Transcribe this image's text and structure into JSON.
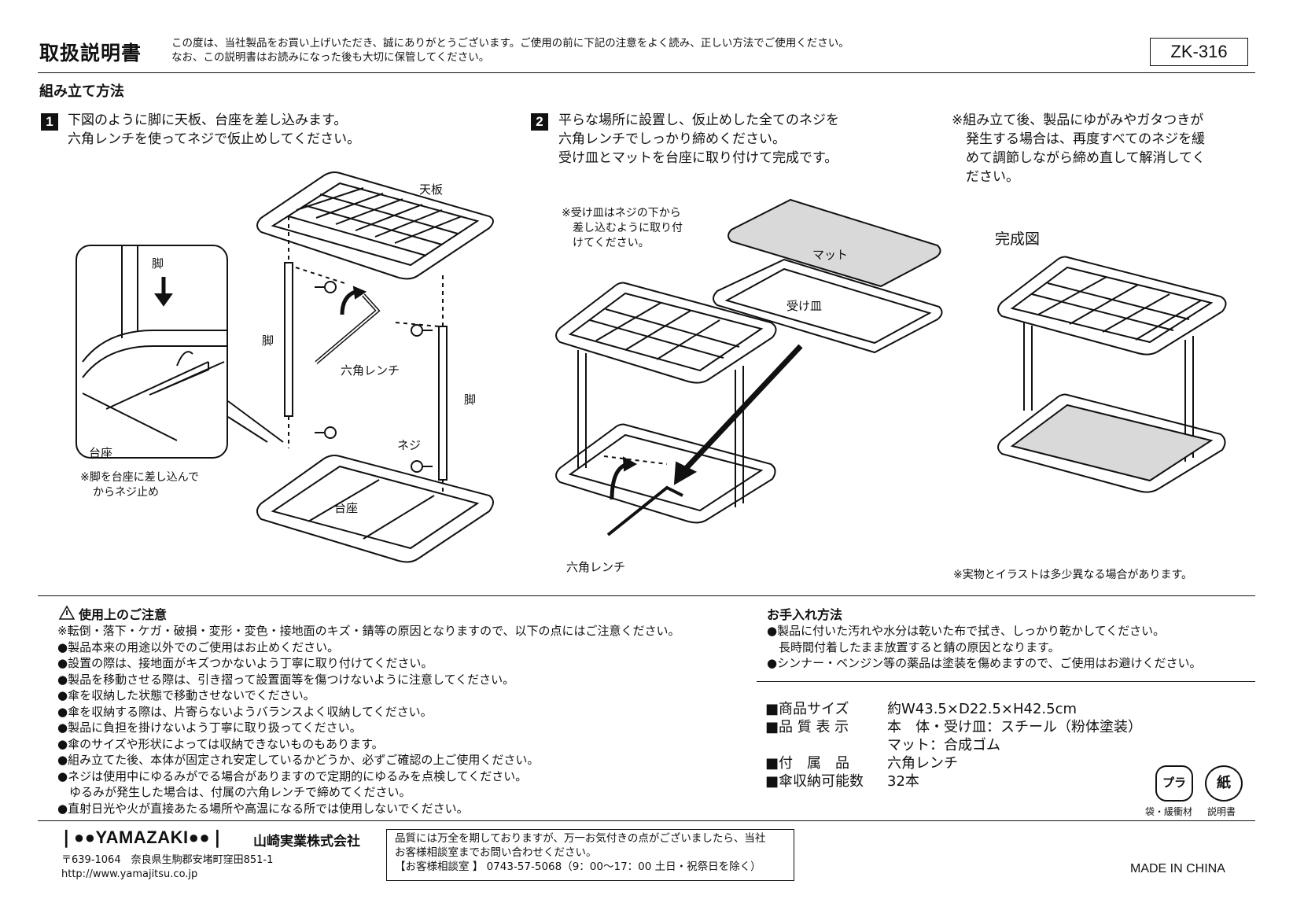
{
  "header": {
    "title": "取扱説明書",
    "intro": [
      "この度は、当社製品をお買い上げいただき、誠にありがとうございます。ご使用の前に下記の注意をよく読み、正しい方法でご使用ください。",
      "なお、この説明書はお読みになった後も大切に保管してください。"
    ],
    "model": "ZK-316"
  },
  "assembly": {
    "heading": "組み立て方法",
    "step1": {
      "num": "1",
      "lines": [
        "下図のように脚に天板、台座を差し込みます。",
        "六角レンチを使ってネジで仮止めしてください。"
      ],
      "labels": {
        "top": "天板",
        "leg_detail": "脚",
        "leg_left": "脚",
        "leg_right": "脚",
        "wrench": "六角レンチ",
        "screw": "ネジ",
        "base_detail": "台座",
        "base": "台座",
        "note": [
          "※脚を台座に差し込んで",
          "からネジ止め"
        ]
      }
    },
    "step2": {
      "num": "2",
      "lines": [
        "平らな場所に設置し、仮止めした全てのネジを",
        "六角レンチでしっかり締めください。",
        "受け皿とマットを台座に取り付けて完成です。"
      ],
      "note": [
        "※受け皿はネジの下から",
        "差し込むように取り付",
        "けてください。"
      ],
      "labels": {
        "mat": "マット",
        "tray": "受け皿",
        "wrench": "六角レンチ"
      }
    },
    "step3": {
      "lines": [
        "※組み立て後、製品にゆがみやガタつきが",
        "発生する場合は、再度すべてのネジを緩",
        "めて調節しながら締め直して解消してく",
        "ださい。"
      ],
      "complete_label": "完成図",
      "footnote": "※実物とイラストは多少異なる場合があります。"
    }
  },
  "caution": {
    "heading": "使用上のご注意",
    "items": [
      "※転倒・落下・ケガ・破損・変形・変色・接地面のキズ・錆等の原因となりますので、以下の点にはご注意ください。",
      "●製品本来の用途以外でのご使用はお止めください。",
      "●設置の際は、接地面がキズつかないよう丁寧に取り付けてください。",
      "●製品を移動させる際は、引き摺って設置面等を傷つけないように注意してください。",
      "●傘を収納した状態で移動させないでください。",
      "●傘を収納する際は、片寄らないようバランスよく収納してください。",
      "●製品に負担を掛けないよう丁寧に取り扱ってください。",
      "●傘のサイズや形状によっては収納できないものもあります。",
      "●組み立てた後、本体が固定され安定しているかどうか、必ずご確認の上ご使用ください。",
      "●ネジは使用中にゆるみがでる場合がありますので定期的にゆるみを点検してください。",
      "　ゆるみが発生した場合は、付属の六角レンチで締めてください。",
      "●直射日光や火が直接あたる場所や高温になる所では使用しないでください。"
    ]
  },
  "care": {
    "heading": "お手入れ方法",
    "items": [
      "●製品に付いた汚れや水分は乾いた布で拭き、しっかり乾かしてください。",
      "　長時間付着したまま放置すると錆の原因となります。",
      "●シンナー・ベンジン等の薬品は塗装を傷めますので、ご使用はお避けください。"
    ]
  },
  "specs": [
    {
      "label": "■商品サイズ",
      "value": "約W43.5×D22.5×H42.5cm"
    },
    {
      "label": "■品 質 表 示",
      "value": "本　体・受け皿：スチール（粉体塗装）"
    },
    {
      "label": "",
      "value": "マット：合成ゴム"
    },
    {
      "label": "■付　属　品",
      "value": "六角レンチ"
    },
    {
      "label": "■傘収納可能数",
      "value": "32本"
    }
  ],
  "recycle": {
    "plastic_mark": "プラ",
    "paper_mark": "紙",
    "plastic_caption": "袋・緩衝材",
    "paper_caption": "説明書"
  },
  "footer": {
    "brand": "YAMAZAKI",
    "company": "山崎実業株式会社",
    "address": "〒639-1064　奈良県生駒郡安堵町窪田851-1",
    "url": "http://www.yamajitsu.co.jp",
    "contact": [
      "品質には万全を期しておりますが、万一お気付きの点がございましたら、当社",
      "お客様相談室までお問い合わせください。",
      "【お客様相談室 】 0743-57-5068（9：00〜17：00 土日・祝祭日を除く）"
    ],
    "made_in": "MADE IN CHINA"
  }
}
